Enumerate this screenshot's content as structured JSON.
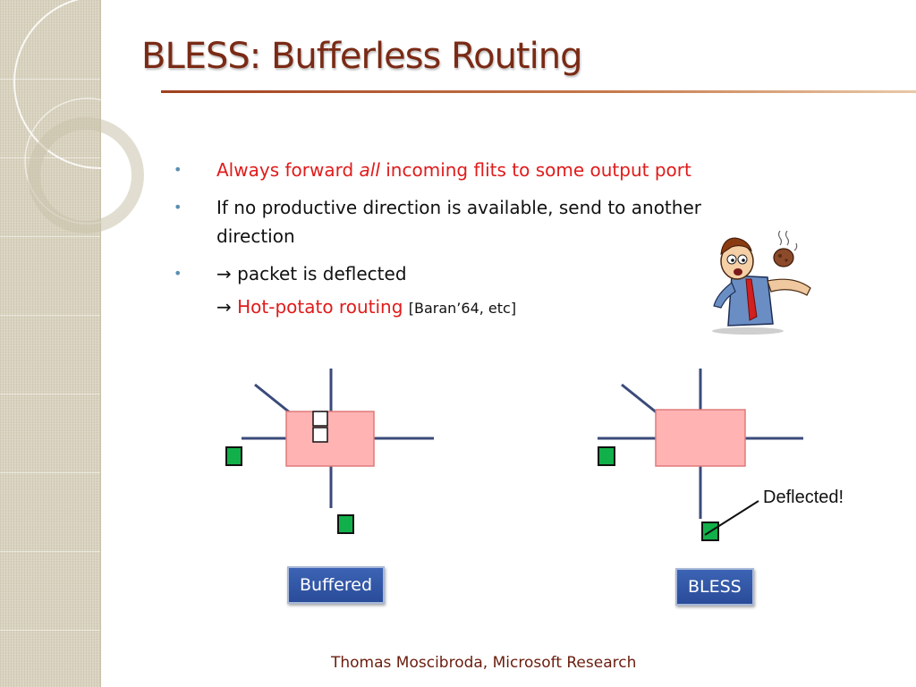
{
  "slide": {
    "title": "BLESS: Bufferless Routing",
    "bullets": [
      {
        "pre": "Always forward ",
        "emph": "all",
        "post": " incoming flits to some output port"
      },
      {
        "text": "If no productive direction is available, send to another direction"
      },
      {
        "arrow": "→",
        "text": " packet is deflected"
      }
    ],
    "subline": {
      "arrow": "→",
      "red_text": "Hot-potato routing",
      "citation": "[Baran’64,  etc]"
    },
    "bullet_glyph": "•",
    "diagrams": {
      "left_label": "Buffered",
      "right_label": "BLESS",
      "deflected_label": "Deflected!"
    },
    "footer": "Thomas Moscibroda, Microsoft Research"
  },
  "colors": {
    "title": "#7a2a15",
    "highlight_red": "#e01b1b",
    "router_fill": "#ffb3b3",
    "flit_green": "#12b04a",
    "wire": "#3a4a7a",
    "label_bg": "#2f55a4"
  },
  "icons": {
    "clipart": "worried-man-hot-potato-illustration",
    "bullet": "bullet-dot-icon"
  }
}
